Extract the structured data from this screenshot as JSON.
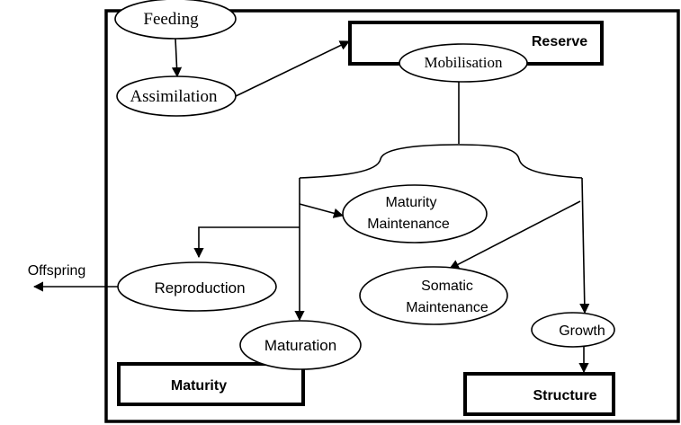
{
  "diagram": {
    "nodes": {
      "feeding": "Feeding",
      "assimilation": "Assimilation",
      "reserve": "Reserve",
      "mobilisation": "Mobilisation",
      "maturity_maintenance_line1": "Maturity",
      "maturity_maintenance_line2": "Maintenance",
      "reproduction": "Reproduction",
      "offspring": "Offspring",
      "somatic_maintenance_line1": "Somatic",
      "somatic_maintenance_line2": "Maintenance",
      "maturation": "Maturation",
      "growth": "Growth",
      "maturity": "Maturity",
      "structure": "Structure"
    },
    "colors": {
      "stroke": "#000000",
      "fill": "#ffffff"
    }
  }
}
